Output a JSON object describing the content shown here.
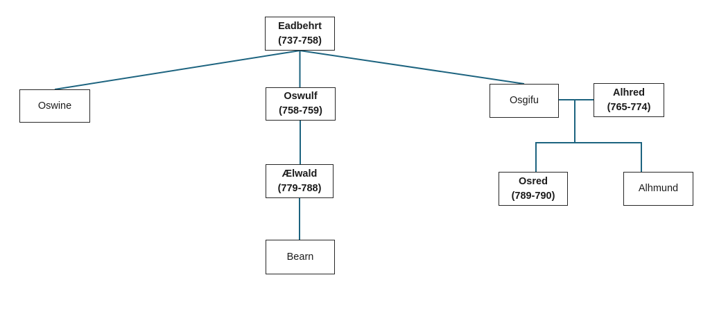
{
  "colors": {
    "accent": "#1c637f",
    "node_border": "#262626",
    "text": "#1a1a1a",
    "background": "#ffffff"
  },
  "diagram": {
    "type": "family-tree",
    "nodes": {
      "eadbehrt": {
        "name": "Eadbehrt",
        "dates": "(737-758)"
      },
      "oswine": {
        "name": "Oswine"
      },
      "oswulf": {
        "name": "Oswulf",
        "dates": "(758-759)"
      },
      "aelwald": {
        "name": "Ælwald",
        "dates": "(779-788)"
      },
      "bearn": {
        "name": "Bearn"
      },
      "osgifu": {
        "name": "Osgifu"
      },
      "alhred": {
        "name": "Alhred",
        "dates": "(765-774)"
      },
      "osred": {
        "name": "Osred",
        "dates": "(789-790)"
      },
      "alhmund": {
        "name": "Alhmund"
      }
    },
    "edges": [
      {
        "from": "eadbehrt",
        "to": "oswine",
        "type": "parent-child"
      },
      {
        "from": "eadbehrt",
        "to": "oswulf",
        "type": "parent-child"
      },
      {
        "from": "eadbehrt",
        "to": "osgifu",
        "type": "parent-child"
      },
      {
        "from": "oswulf",
        "to": "aelwald",
        "type": "parent-child"
      },
      {
        "from": "aelwald",
        "to": "bearn",
        "type": "parent-child"
      },
      {
        "from": "osgifu",
        "to": "alhred",
        "type": "union"
      },
      {
        "from": "osgifu+alhred",
        "to": "osred",
        "type": "parent-child"
      },
      {
        "from": "osgifu+alhred",
        "to": "alhmund",
        "type": "parent-child"
      }
    ]
  }
}
